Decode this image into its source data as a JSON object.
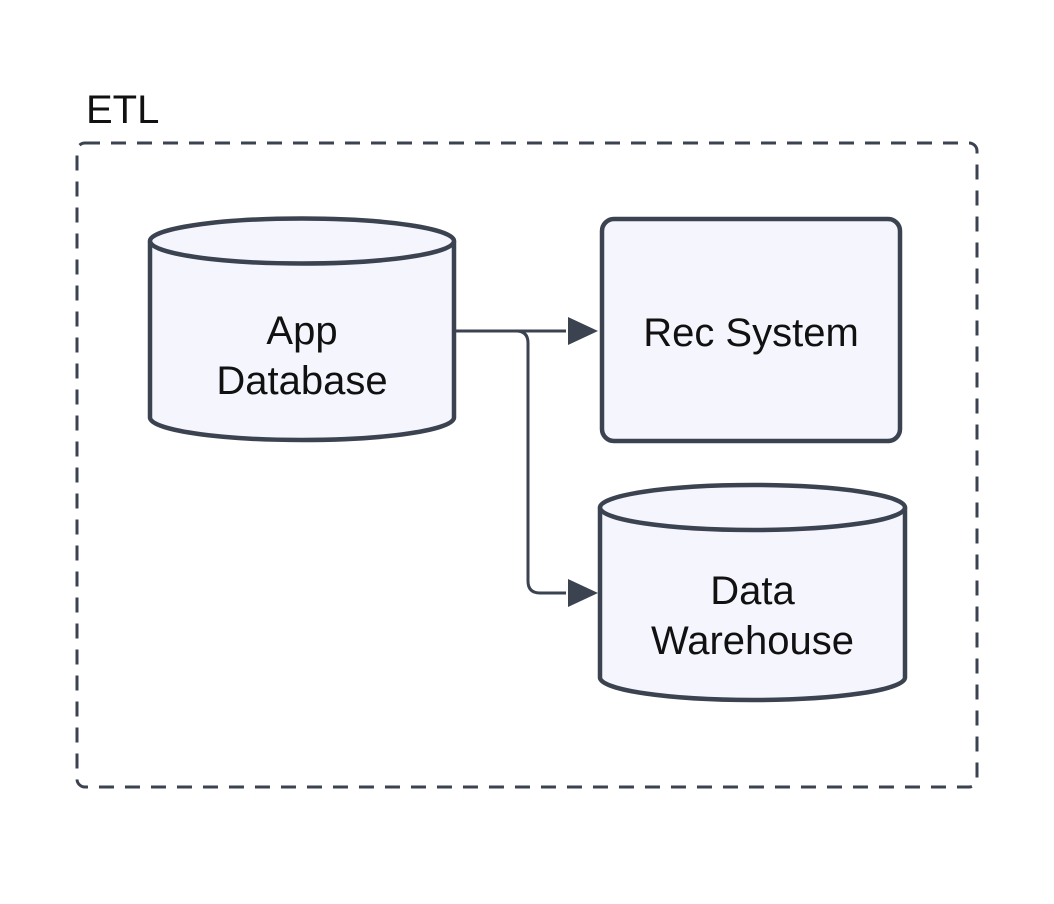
{
  "diagram": {
    "type": "flowchart",
    "direction": "left-to-right",
    "container": {
      "label": "ETL",
      "border_style": "dashed"
    },
    "nodes": {
      "app_database": {
        "shape": "cylinder",
        "label": "App Database",
        "lines": [
          "App",
          "Database"
        ]
      },
      "rec_system": {
        "shape": "rounded-rectangle",
        "label": "Rec System",
        "lines": [
          "Rec System"
        ]
      },
      "data_warehouse": {
        "shape": "cylinder",
        "label": "Data Warehouse",
        "lines": [
          "Data",
          "Warehouse"
        ]
      }
    },
    "edges": [
      {
        "from": "App Database",
        "to": "Rec System",
        "arrow": "filled-triangle"
      },
      {
        "from": "App Database",
        "to": "Data Warehouse",
        "arrow": "filled-triangle"
      }
    ],
    "colors": {
      "node_fill": "#f5f5fd",
      "node_stroke": "#3b4250",
      "edge_stroke": "#3b4250",
      "container_border": "#3b4250",
      "text": "#111111",
      "background": "#ffffff"
    }
  }
}
